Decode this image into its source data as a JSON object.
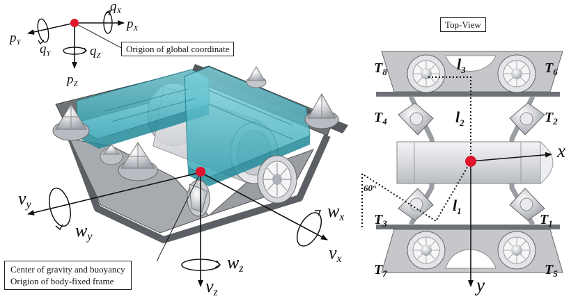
{
  "global_axes": {
    "px": "p",
    "px_sub": "X",
    "py": "p",
    "py_sub": "Y",
    "pz": "p",
    "pz_sub": "Z",
    "qx": "q",
    "qx_sub": "X",
    "qy": "q",
    "qy_sub": "Y",
    "qz": "q",
    "qz_sub": "Z"
  },
  "body_axes": {
    "vx": "v",
    "vx_sub": "x",
    "vy": "v",
    "vy_sub": "y",
    "vz": "v",
    "vz_sub": "z",
    "wx": "w",
    "wx_sub": "x",
    "wy": "w",
    "wy_sub": "y",
    "wz": "w",
    "wz_sub": "z"
  },
  "boxes": {
    "global_origin": "Origion of global coordinate",
    "cog_line1": "Center of gravity and buoyancy",
    "cog_line2": "Origion of body-fixed frame",
    "top_view": "Top-View"
  },
  "top_view": {
    "x_axis": "x",
    "y_axis": "y",
    "angle": "60°",
    "l1": "l",
    "l1_sub": "1",
    "l2": "l",
    "l2_sub": "2",
    "l3": "l",
    "l3_sub": "3",
    "thrusters": [
      {
        "t": "T",
        "sub": "1"
      },
      {
        "t": "T",
        "sub": "2"
      },
      {
        "t": "T",
        "sub": "3"
      },
      {
        "t": "T",
        "sub": "4"
      },
      {
        "t": "T",
        "sub": "5"
      },
      {
        "t": "T",
        "sub": "6"
      },
      {
        "t": "T",
        "sub": "7"
      },
      {
        "t": "T",
        "sub": "8"
      }
    ]
  },
  "colors": {
    "origin_dot": "#e0142c",
    "buoyancy": "#3fb7c6",
    "frame": "#8a8d90",
    "thruster": "#c8cad0"
  }
}
